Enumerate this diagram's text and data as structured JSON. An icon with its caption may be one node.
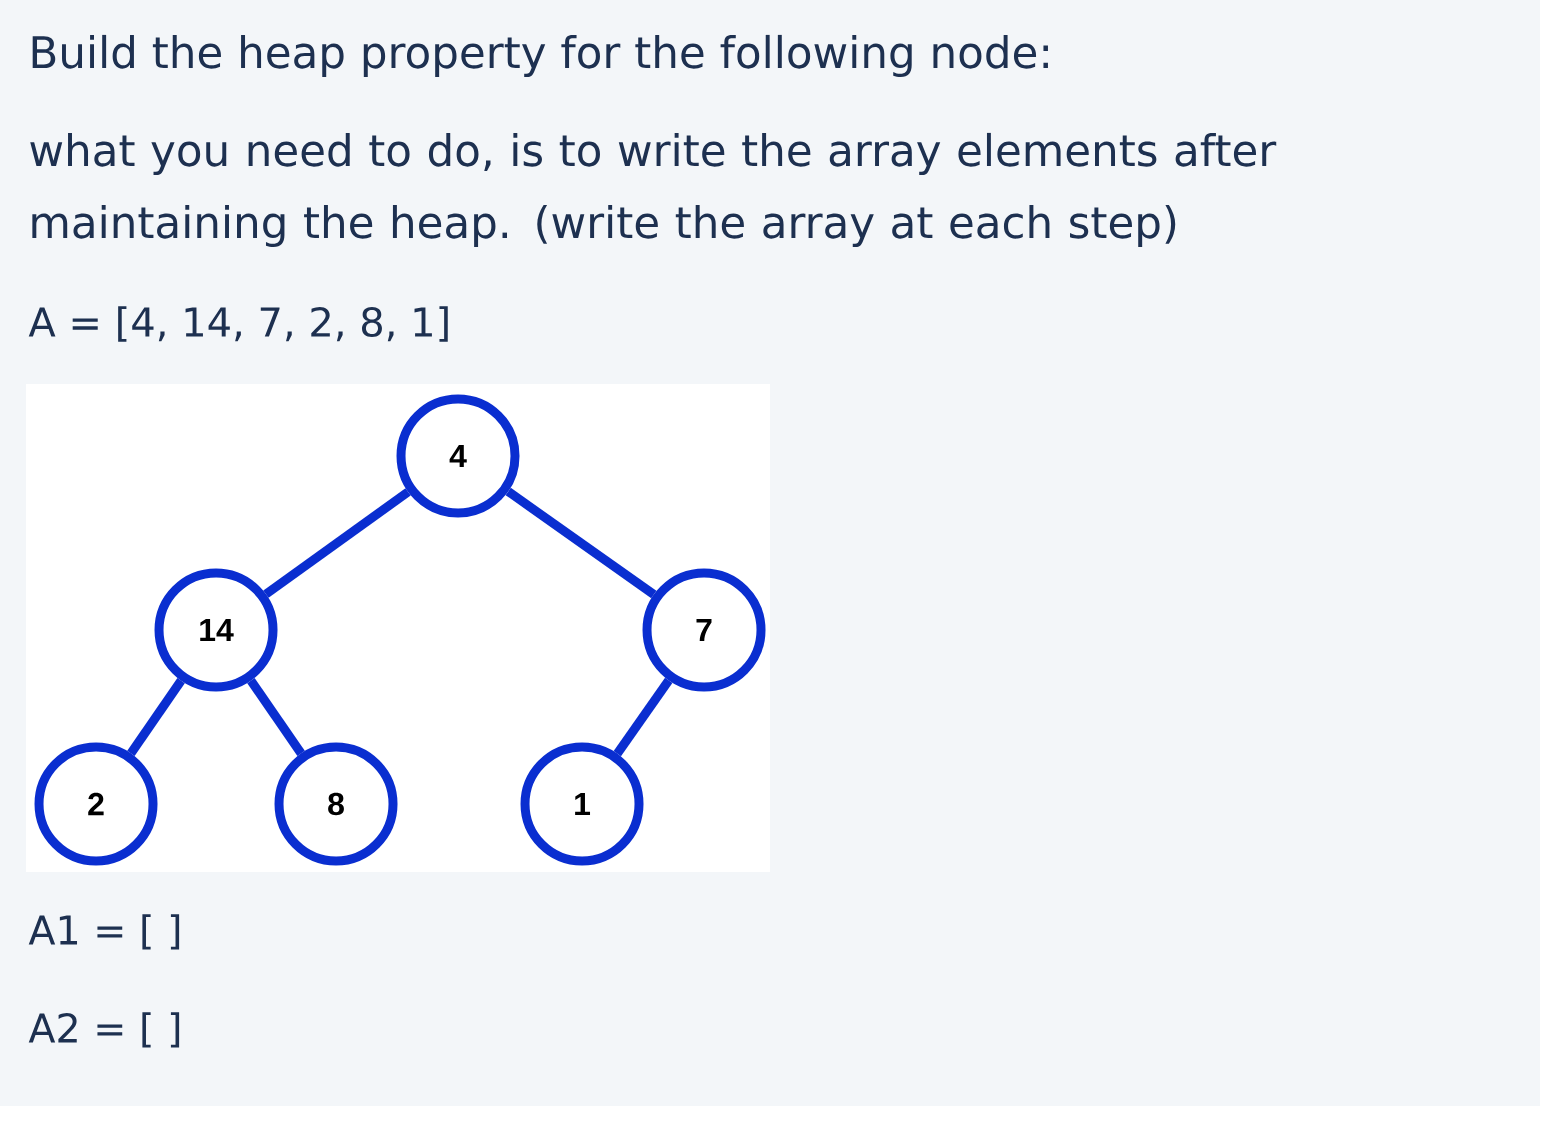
{
  "diagram": {
    "nodes": [
      {
        "text": [
          "4"
        ]
      },
      {
        "text": [
          "14"
        ]
      },
      {
        "text": [
          "7"
        ]
      },
      {
        "text": [
          "2"
        ]
      },
      {
        "text": [
          "8"
        ]
      },
      {
        "text": [
          "1"
        ]
      }
    ],
    "edges": [
      {
        "from": 0,
        "to": 1,
        "arrow": "none"
      },
      {
        "from": 0,
        "to": 2,
        "arrow": "none"
      },
      {
        "from": 1,
        "to": 3,
        "arrow": "none"
      },
      {
        "from": 1,
        "to": 4,
        "arrow": "none"
      },
      {
        "from": 2,
        "to": 5,
        "arrow": "none"
      }
    ],
    "labels": [
      "Build the heap property for the following node:",
      "what you need to do, is to write the array elements after maintaining the heap. (write the array at each step)",
      "A = [4, 14, 7, 2, 8, 1]",
      "A1 = [ ]",
      "A2 = [ ]"
    ]
  }
}
